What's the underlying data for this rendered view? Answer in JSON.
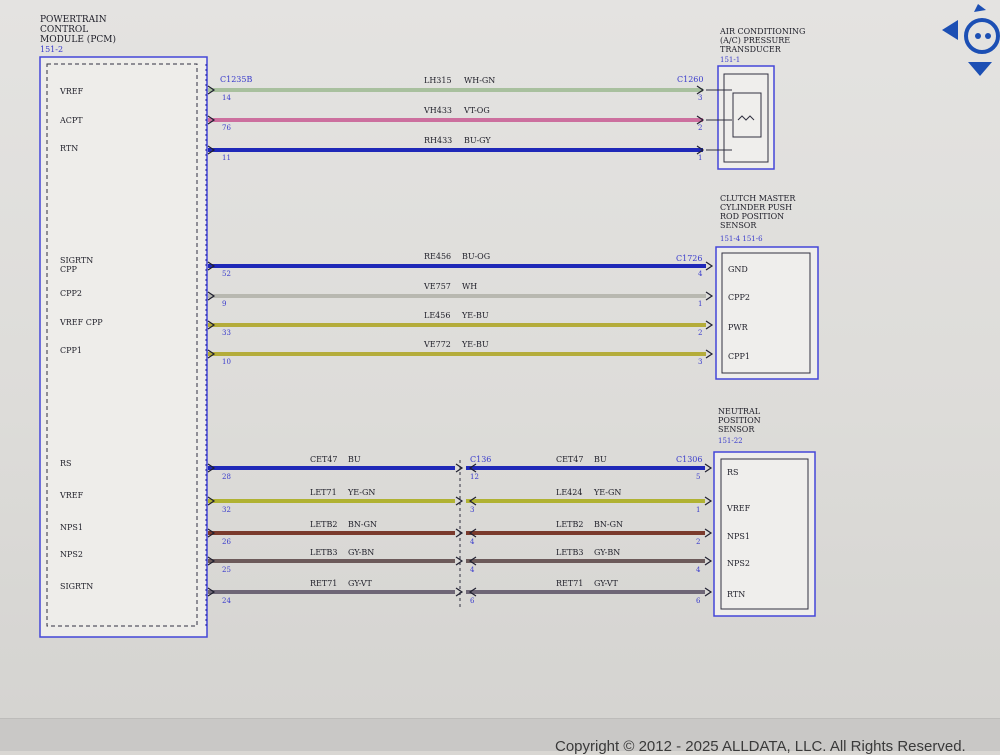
{
  "pcm": {
    "title_lines": [
      "POWERTRAIN",
      "CONTROL",
      "MODULE (PCM)"
    ],
    "ref": "151-2",
    "pins": [
      "VREF",
      "ACPT",
      "RTN",
      "SIGRTN",
      "CPP",
      "CPP2",
      "VREF CPP",
      "CPP1",
      "RS",
      "VREF",
      "NPS1",
      "NPS2",
      "SIGRTN"
    ]
  },
  "connectors": {
    "pcm_side": "C1235B",
    "ac_side": "C1260",
    "cmc_side": "C1726",
    "mid": "C136",
    "nps_side": "C1306"
  },
  "ac_sensor": {
    "title_lines": [
      "AIR CONDITIONING",
      "(A/C) PRESSURE",
      "TRANSDUCER"
    ],
    "ref": "151-1"
  },
  "clutch_sensor": {
    "title_lines": [
      "CLUTCH MASTER",
      "CYLINDER PUSH",
      "ROD POSITION",
      "SENSOR"
    ],
    "ref": "151-4  151-6",
    "pins": [
      "GND",
      "CPP2",
      "PWR",
      "CPP1"
    ]
  },
  "neutral_sensor": {
    "title_lines": [
      "NEUTRAL",
      "POSITION",
      "SENSOR"
    ],
    "ref": "151-22",
    "pins": [
      "RS",
      "VREF",
      "NPS1",
      "NPS2",
      "RTN"
    ]
  },
  "wires_ac": [
    {
      "circuit": "LH315",
      "color": "WH-GN",
      "pcm_pin": "14",
      "far_pin": "3",
      "hex": "#a8c09e"
    },
    {
      "circuit": "VH433",
      "color": "VT-OG",
      "pcm_pin": "76",
      "far_pin": "2",
      "hex": "#cc6f9e"
    },
    {
      "circuit": "RH433",
      "color": "BU-GY",
      "pcm_pin": "11",
      "far_pin": "1",
      "hex": "#1f28b8"
    }
  ],
  "wires_cpp": [
    {
      "circuit": "RE456",
      "color": "BU-OG",
      "pcm_pin": "52",
      "far_pin": "4",
      "hex": "#1f28b8"
    },
    {
      "circuit": "VE757",
      "color": "WH",
      "pcm_pin": "9",
      "far_pin": "1",
      "hex": "#b8b8b0"
    },
    {
      "circuit": "LE456",
      "color": "YE-BU",
      "pcm_pin": "33",
      "far_pin": "2",
      "hex": "#b4ac3a"
    },
    {
      "circuit": "VE772",
      "color": "YE-BU",
      "pcm_pin": "10",
      "far_pin": "3",
      "hex": "#b4ac3a"
    }
  ],
  "wires_nps": [
    {
      "left_circuit": "CET47",
      "left_color": "BU",
      "right_circuit": "CET47",
      "right_color": "BU",
      "pcm_pin": "28",
      "mid_pin": "12",
      "far_pin": "5",
      "hex": "#1f28b8"
    },
    {
      "left_circuit": "LET71",
      "left_color": "YE-GN",
      "right_circuit": "LE424",
      "right_color": "YE-GN",
      "pcm_pin": "32",
      "mid_pin": "3",
      "far_pin": "1",
      "hex": "#b0b232"
    },
    {
      "left_circuit": "LETB2",
      "left_color": "BN-GN",
      "right_circuit": "LETB2",
      "right_color": "BN-GN",
      "pcm_pin": "26",
      "mid_pin": "4",
      "far_pin": "2",
      "hex": "#7a3a2c"
    },
    {
      "left_circuit": "LETB3",
      "left_color": "GY-BN",
      "right_circuit": "LETB3",
      "right_color": "GY-BN",
      "pcm_pin": "25",
      "mid_pin": "4",
      "far_pin": "4",
      "hex": "#6c5a5a"
    },
    {
      "left_circuit": "RET71",
      "left_color": "GY-VT",
      "right_circuit": "RET71",
      "right_color": "GY-VT",
      "pcm_pin": "24",
      "mid_pin": "6",
      "far_pin": "6",
      "hex": "#6e6676"
    }
  ],
  "footer": {
    "copyright": "Copyright © 2012 - 2025 ALLDATA, LLC. All Rights Reserved."
  },
  "colors": {
    "frame_blue": "#3b3ed6",
    "nav_blue": "#1c4fb4"
  }
}
